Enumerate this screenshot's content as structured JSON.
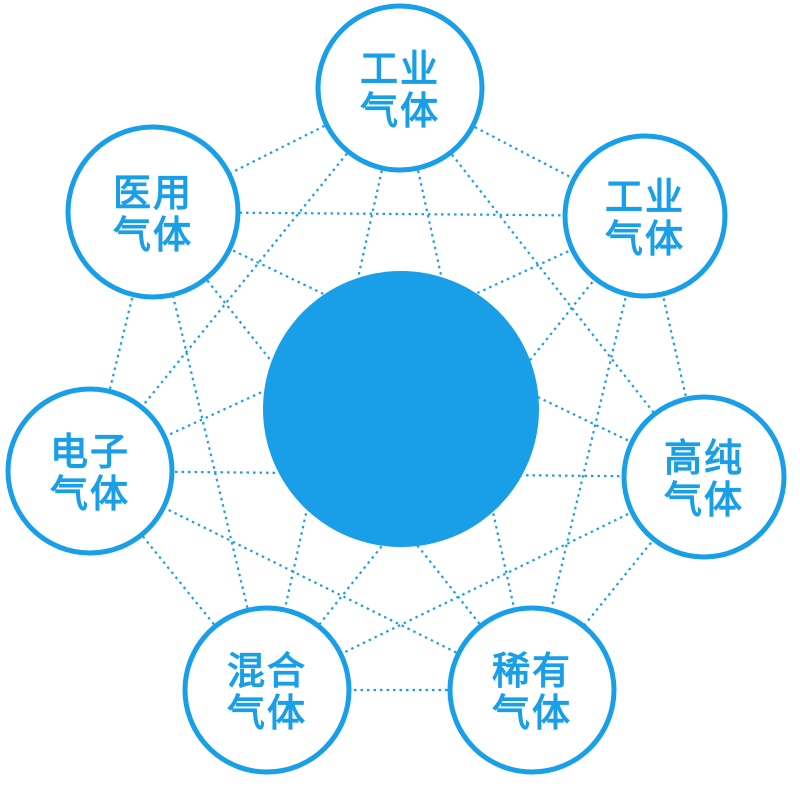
{
  "diagram": {
    "accent_color": "#189fe8",
    "background_color": "#ffffff",
    "center_node": {
      "label": ""
    },
    "nodes": [
      {
        "id": "industrial-gas-top",
        "line1": "工业",
        "line2": "气体"
      },
      {
        "id": "industrial-gas-right",
        "line1": "工业",
        "line2": "气体"
      },
      {
        "id": "high-purity-gas",
        "line1": "高纯",
        "line2": "气体"
      },
      {
        "id": "rare-gas",
        "line1": "稀有",
        "line2": "气体"
      },
      {
        "id": "mixed-gas",
        "line1": "混合",
        "line2": "气体"
      },
      {
        "id": "electronic-gas",
        "line1": "电子",
        "line2": "气体"
      },
      {
        "id": "medical-gas",
        "line1": "医用",
        "line2": "气体"
      }
    ]
  }
}
